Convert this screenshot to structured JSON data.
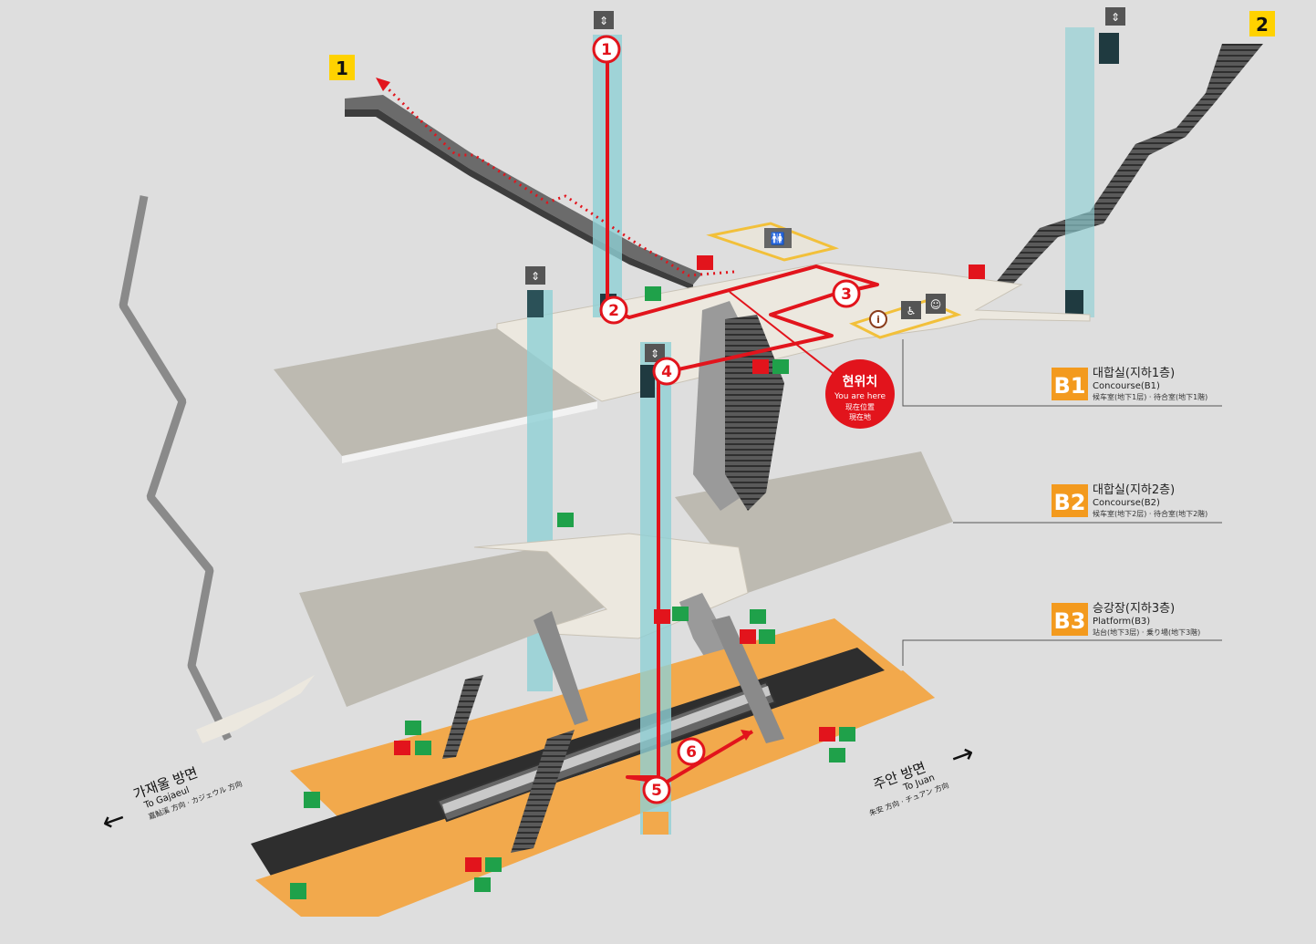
{
  "exits": [
    {
      "id": "exit-1",
      "label": "1"
    },
    {
      "id": "exit-2",
      "label": "2"
    }
  ],
  "levels": [
    {
      "code": "B1",
      "name_ko": "대합실(지하1층)",
      "name_en": "Concourse(B1)",
      "name_sub": "候车室(地下1层) · 待合室(地下1階)",
      "color": "#f39a1e"
    },
    {
      "code": "B2",
      "name_ko": "대합실(지하2층)",
      "name_en": "Concourse(B2)",
      "name_sub": "候车室(地下2层) · 待合室(地下2階)",
      "color": "#f39a1e"
    },
    {
      "code": "B3",
      "name_ko": "승강장(지하3층)",
      "name_en": "Platform(B3)",
      "name_sub": "站台(地下3层) · 乗り場(地下3階)",
      "color": "#f39a1e"
    }
  ],
  "you_are_here": {
    "ko": "현위치",
    "en": "You are here",
    "zh": "现在位置",
    "ja": "現在地"
  },
  "directions": {
    "left": {
      "ko": "가재울 방면",
      "en": "To Gajaeul",
      "sub": "嘉鮎溪 方向 · カジェウル 方向"
    },
    "right": {
      "ko": "주안 방면",
      "en": "To Juan",
      "sub": "朱安 方向 · チュアン 方向"
    }
  },
  "route_steps": [
    "1",
    "2",
    "3",
    "4",
    "5",
    "6"
  ],
  "colors": {
    "route": "#e2141c",
    "exit_badge": "#ffd200",
    "platform": "#f2a94c",
    "elevator": "#8fcfd4",
    "floor": "#bdbab1",
    "corridor": "#ece8df",
    "track": "#2e2e2e"
  },
  "icons": [
    "elevator-icon",
    "restroom-icon",
    "info-icon",
    "nursing-room-icon",
    "wheelchair-lift-icon",
    "fire-extinguisher-icon",
    "emergency-phone-icon",
    "emergency-exit-icon",
    "escalator-icon",
    "stairs-icon",
    "train-icon"
  ]
}
